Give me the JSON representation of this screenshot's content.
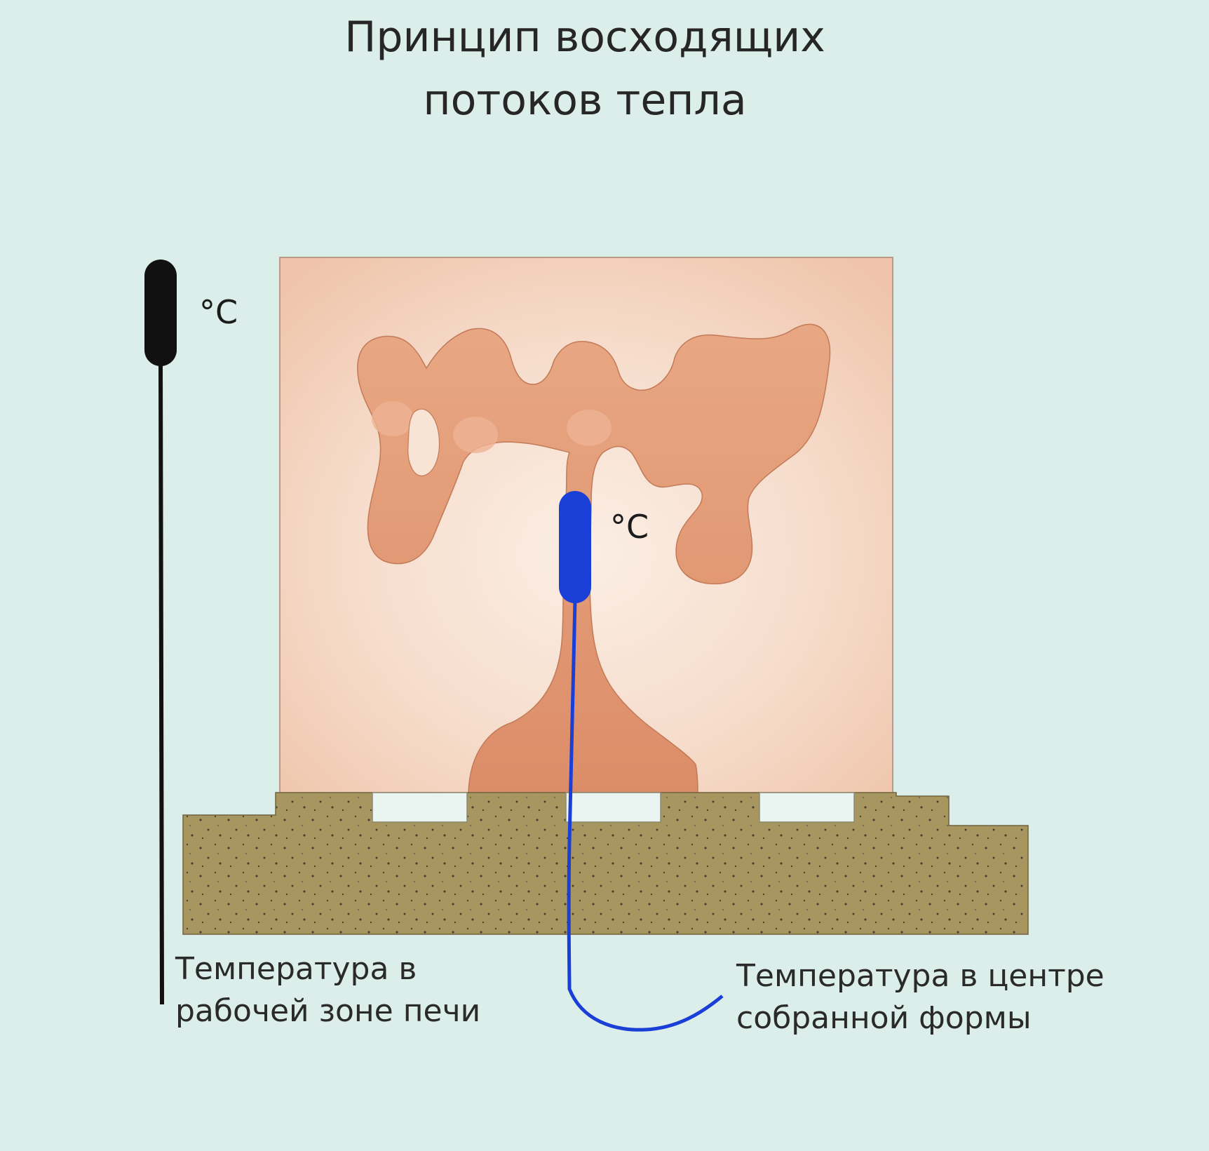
{
  "title": {
    "line1": "Принцип восходящих",
    "line2": "потоков тепла"
  },
  "thermometer_left": {
    "unit": "°C",
    "caption_line1": "Температура в",
    "caption_line2": "рабочей зоне печи"
  },
  "thermometer_center": {
    "unit": "°C",
    "caption_line1": "Температура в центре",
    "caption_line2": "собранной формы"
  },
  "colors": {
    "background": "#dceee9",
    "mold": "#f4d2bb",
    "casting": "#e29a74",
    "kiln_shelf": "#a89660",
    "left_probe": "#111111",
    "center_probe": "#1a3fd6"
  }
}
